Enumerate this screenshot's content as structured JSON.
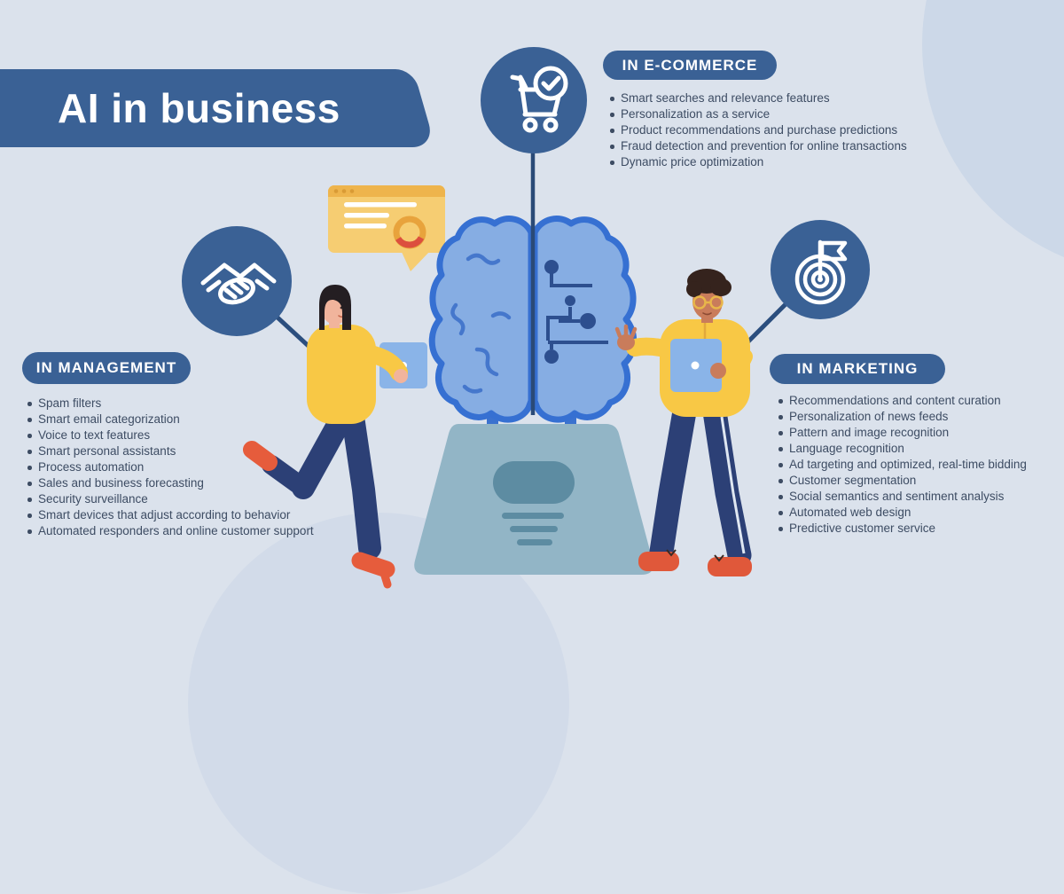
{
  "title": "AI in business",
  "sections": {
    "ecommerce": {
      "label": "IN E-COMMERCE",
      "icon": "cart-check-icon",
      "items": [
        "Smart searches and relevance features",
        "Personalization as a service",
        "Product recommendations and purchase predictions",
        "Fraud detection and prevention for online transactions",
        "Dynamic price optimization"
      ]
    },
    "management": {
      "label": "IN MANAGEMENT",
      "icon": "handshake-icon",
      "items": [
        "Spam filters",
        "Smart email categorization",
        "Voice to text features",
        "Smart personal assistants",
        "Process automation",
        "Sales and business forecasting",
        "Security surveillance",
        "Smart devices that adjust according to behavior",
        "Automated responders and online customer support"
      ]
    },
    "marketing": {
      "label": "IN MARKETING",
      "icon": "target-flag-icon",
      "items": [
        "Recommendations and content curation",
        "Personalization of news feeds",
        "Pattern and image recognition",
        "Language recognition",
        "Ad targeting and optimized, real-time bidding",
        "Customer segmentation",
        "Social semantics and sentiment analysis",
        "Automated web design",
        "Predictive customer service"
      ]
    }
  },
  "colors": {
    "background": "#dbe2ec",
    "primary_blue": "#3a6195",
    "bullet_text": "#3d4c63",
    "brain_fill": "#86ade3",
    "brain_outline": "#3670d2",
    "circuit_blue": "#2d4f8f",
    "pedestal": "#92b5c6",
    "pedestal_dark": "#5d8ca2",
    "accent_yellow": "#f6cd72",
    "sweater_yellow": "#f8c845",
    "pants_navy": "#2c4076",
    "shoe_orange": "#e0583a",
    "tablet_blue": "#8ab4e8"
  }
}
